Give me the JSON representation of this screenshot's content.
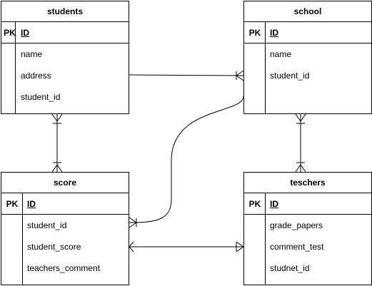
{
  "tables": {
    "students": {
      "title": "students",
      "pk_tag": "PK",
      "pk_field": "ID",
      "fields": [
        "name",
        "address",
        "student_id"
      ]
    },
    "school": {
      "title": "school",
      "pk_tag": "PK",
      "pk_field": "ID",
      "fields": [
        "name",
        "student_id"
      ]
    },
    "score": {
      "title": "score",
      "pk_tag": "PK",
      "pk_field": "ID",
      "fields": [
        "student_id",
        "student_score",
        "teachers_comment"
      ]
    },
    "teschers": {
      "title": "teschers",
      "pk_tag": "PK",
      "pk_field": "ID",
      "fields": [
        "grade_papers",
        "comment_test",
        "studnet_id"
      ]
    }
  },
  "colors": {
    "line": "#000000",
    "background": "#ffffff"
  }
}
